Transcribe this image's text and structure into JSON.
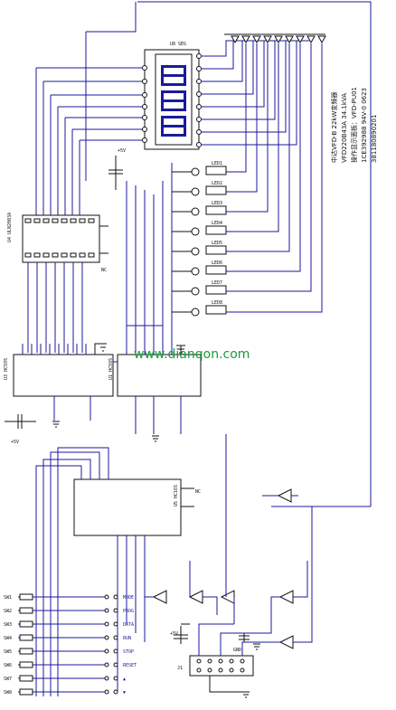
{
  "watermark": "www.dianqon.com",
  "notes": [
    "中达VFD-B 22kW变频器",
    "VFD220B43A 34.1kVA",
    "操作显示面板：VFD-PU01",
    "1CE392988 94V-0 0623",
    "381180890201"
  ],
  "chips": {
    "display": "U8 SEG",
    "decoder": "U4 ULN2003A",
    "shift_left": "U3 HC595",
    "shift_right": "U1 HC595",
    "keyscan": "U5 HC165",
    "conn": "J1"
  },
  "key_labels": [
    "SW1",
    "SW2",
    "SW3",
    "SW4",
    "SW5",
    "SW6",
    "SW7",
    "SW8"
  ],
  "key_names": [
    "MODE",
    "PROG",
    "DATA",
    "RUN",
    "STOP",
    "RESET",
    "▲",
    "▼"
  ],
  "led_labels": [
    "LED1",
    "LED2",
    "LED3",
    "LED4",
    "LED5",
    "LED6",
    "LED7",
    "LED8"
  ],
  "power_labels": [
    "+5V",
    "GND",
    "NC"
  ],
  "colors": {
    "wire": "#1a1a9c",
    "part": "#111111",
    "watermark": "#1b9a3a"
  }
}
